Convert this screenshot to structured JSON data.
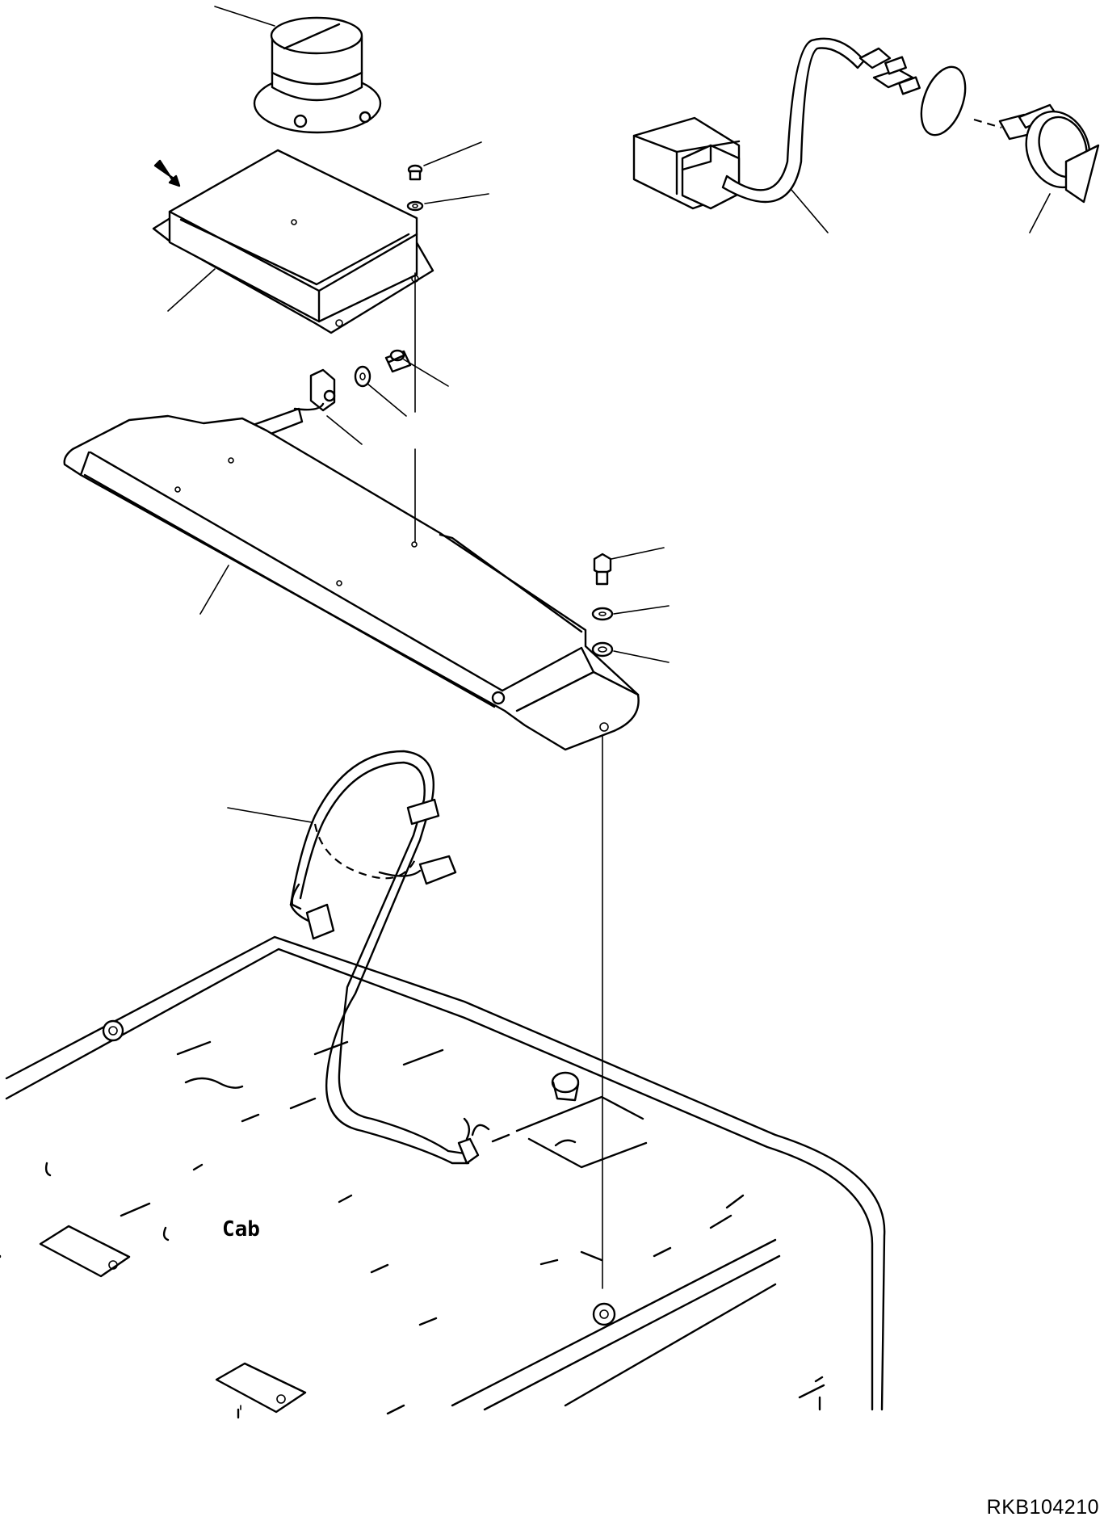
{
  "drawing_code": "RKB104210",
  "cab_marking": "Cab",
  "components": [
    "beacon-lamp",
    "controller-box",
    "mounting-bracket",
    "band-clamp",
    "washer",
    "bolt",
    "wiring-harness",
    "rocker-switch-with-harness",
    "switch-knob",
    "o-ring",
    "cab-roof"
  ],
  "icons": {
    "view-arrow": "arrow-icon"
  }
}
